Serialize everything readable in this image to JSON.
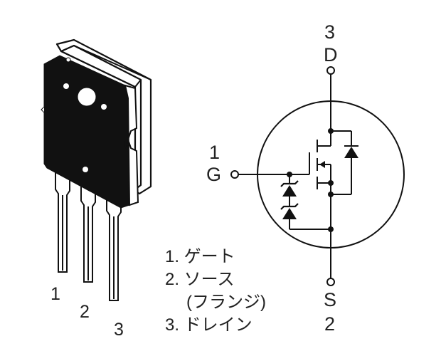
{
  "package": {
    "pin_labels": [
      "1",
      "2",
      "3"
    ]
  },
  "schematic": {
    "drain": {
      "number": "3",
      "letter": "D"
    },
    "gate": {
      "number": "1",
      "letter": "G"
    },
    "source": {
      "number": "2",
      "letter": "S"
    }
  },
  "legend": {
    "items": [
      "1. ゲート",
      "2. ソース",
      "(フランジ)",
      "3. ドレイン"
    ]
  },
  "colors": {
    "body": "#111111",
    "line": "#111111",
    "text": "#222222"
  }
}
